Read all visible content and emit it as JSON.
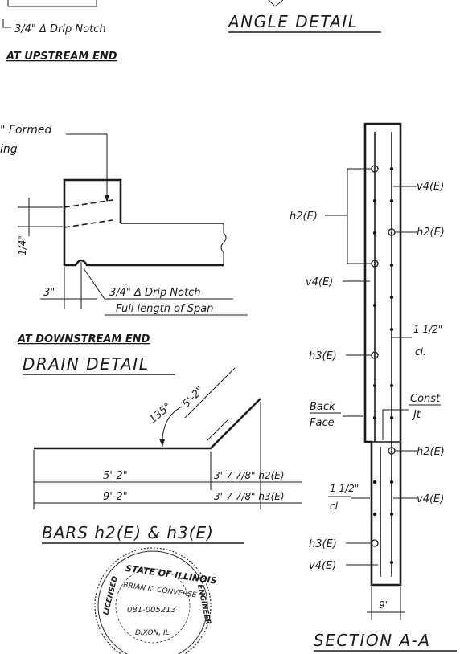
{
  "upstream": {
    "notch_label": "3/4\" Δ Drip Notch",
    "heading": "AT UPSTREAM END"
  },
  "angle_detail": {
    "title": "ANGLE DETAIL"
  },
  "drain_detail": {
    "formed_label_1": "\" Formed",
    "formed_label_2": "ing",
    "dim_vertical": "1/4\"",
    "dim_3in": "3\"",
    "notch_label": "3/4\" Δ Drip Notch",
    "full_length": "Full length of Span",
    "heading": "AT DOWNSTREAM END",
    "title": "DRAIN DETAIL"
  },
  "bars": {
    "angle": "135°",
    "leg": "5'-2\"",
    "row1_left": "5'-2\"",
    "row1_right": "3'-7 7/8\" h2(E)",
    "row2_left": "9'-2\"",
    "row2_right": "3'-7 7/8\" h3(E)",
    "title": "BARS h2(E) & h3(E)"
  },
  "seal": {
    "state": "STATE OF ILLINOIS",
    "name": "BRIAN K. CONVERSE",
    "number": "081-005213",
    "city": "DIXON, IL",
    "left_word": "LICENSED",
    "right_word": "ENGINEER"
  },
  "section": {
    "v4_top": "v4(E)",
    "h2_left": "h2(E)",
    "h2_right_upper": "h2(E)",
    "v4_left": "v4(E)",
    "clear_1": "1 1/2\"",
    "cl_1": "cl.",
    "h3_left_1": "h3(E)",
    "back_face_1": "Back",
    "back_face_2": "Face",
    "const_1": "Const",
    "const_2": "Jt",
    "h2_right_lower": "h2(E)",
    "clear_2": "1 1/2\"",
    "cl_2": "cl",
    "v4_right_lower": "v4(E)",
    "h3_left_2": "h3(E)",
    "v4_left_2": "v4(E)",
    "dim_width": "9\"",
    "title": "SECTION A-A"
  }
}
